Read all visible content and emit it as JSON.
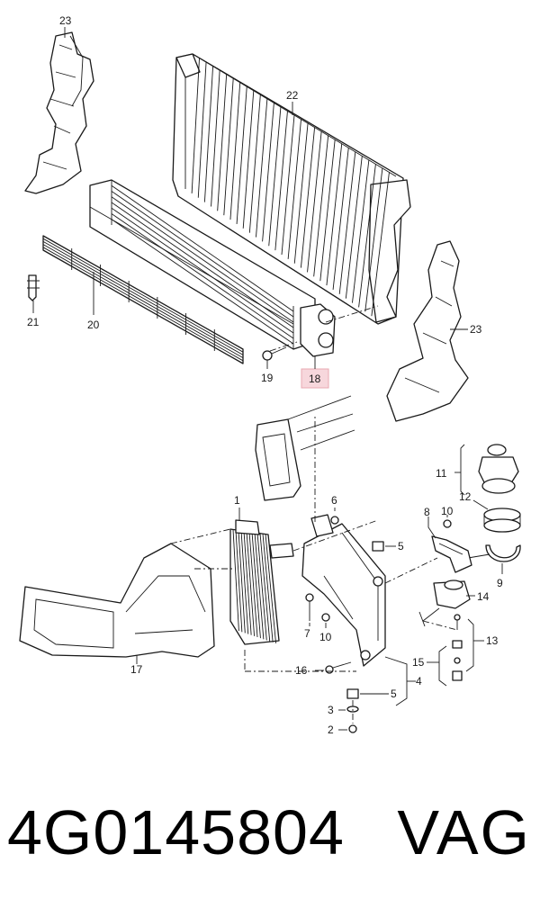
{
  "diagram": {
    "callouts": {
      "c1": "1",
      "c2": "2",
      "c3": "3",
      "c4": "4",
      "c5a": "5",
      "c5b": "5",
      "c6": "6",
      "c7": "7",
      "c8": "8",
      "c9": "9",
      "c10a": "10",
      "c10b": "10",
      "c11": "11",
      "c12": "12",
      "c13": "13",
      "c14": "14",
      "c15": "15",
      "c16": "16",
      "c17": "17",
      "c18": "18",
      "c19": "19",
      "c20": "20",
      "c21": "21",
      "c22": "22",
      "c23a": "23",
      "c23b": "23"
    },
    "highlighted_callout": "18",
    "highlight_color": "#f7d7dc"
  },
  "caption": {
    "part_number": "4G0145804",
    "brand": "VAG"
  }
}
